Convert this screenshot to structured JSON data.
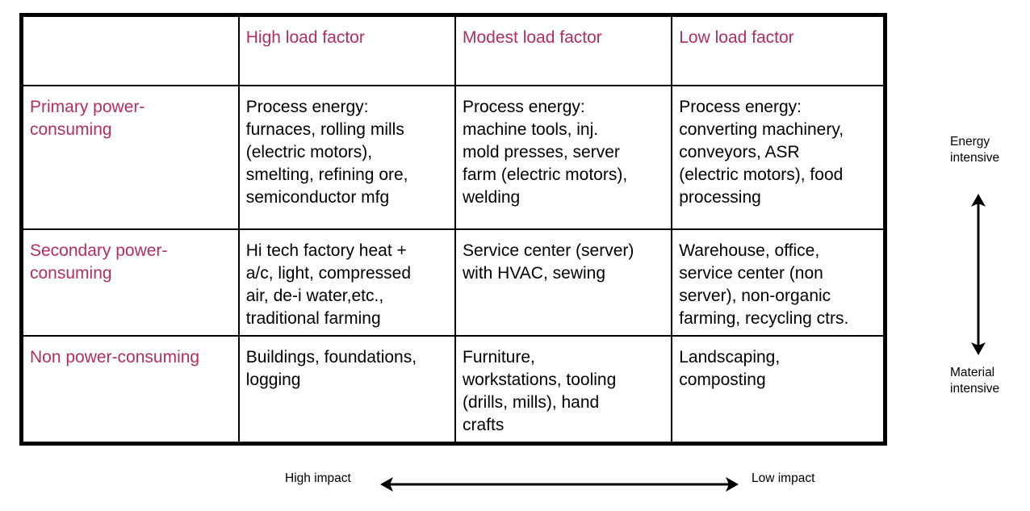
{
  "table": {
    "corner": "",
    "columns": [
      "High load factor",
      "Modest load factor",
      "Low load factor"
    ],
    "rows": [
      {
        "label": "Primary power-\nconsuming",
        "cells": [
          "Process energy:\nfurnaces, rolling mills\n(electric motors),\nsmelting, refining ore,\nsemiconductor mfg",
          "Process energy:\nmachine tools, inj.\nmold presses, server\nfarm (electric motors),\nwelding",
          "Process energy:\nconverting machinery,\nconveyors,  ASR\n(electric motors), food\nprocessing"
        ]
      },
      {
        "label": "Secondary power-\nconsuming",
        "cells": [
          "Hi tech factory heat +\na/c, light, compressed\nair, de-i water,etc.,\ntraditional farming",
          "Service center (server)\nwith HVAC, sewing",
          "Warehouse, office,\nservice center (non\nserver), non-organic\nfarming, recycling ctrs."
        ]
      },
      {
        "label": "Non power-consuming",
        "cells": [
          "Buildings, foundations,\nlogging",
          "Furniture,\nworkstations, tooling\n(drills, mills), hand\ncrafts",
          "Landscaping,\ncomposting"
        ]
      }
    ]
  },
  "vertical_axis": {
    "top_label": "Energy\nintensive",
    "bottom_label": "Material\nintensive"
  },
  "horizontal_axis": {
    "left_label": "High impact",
    "right_label": "Low impact"
  },
  "colors": {
    "header_text": "#b52d5e",
    "border": "#000000"
  }
}
